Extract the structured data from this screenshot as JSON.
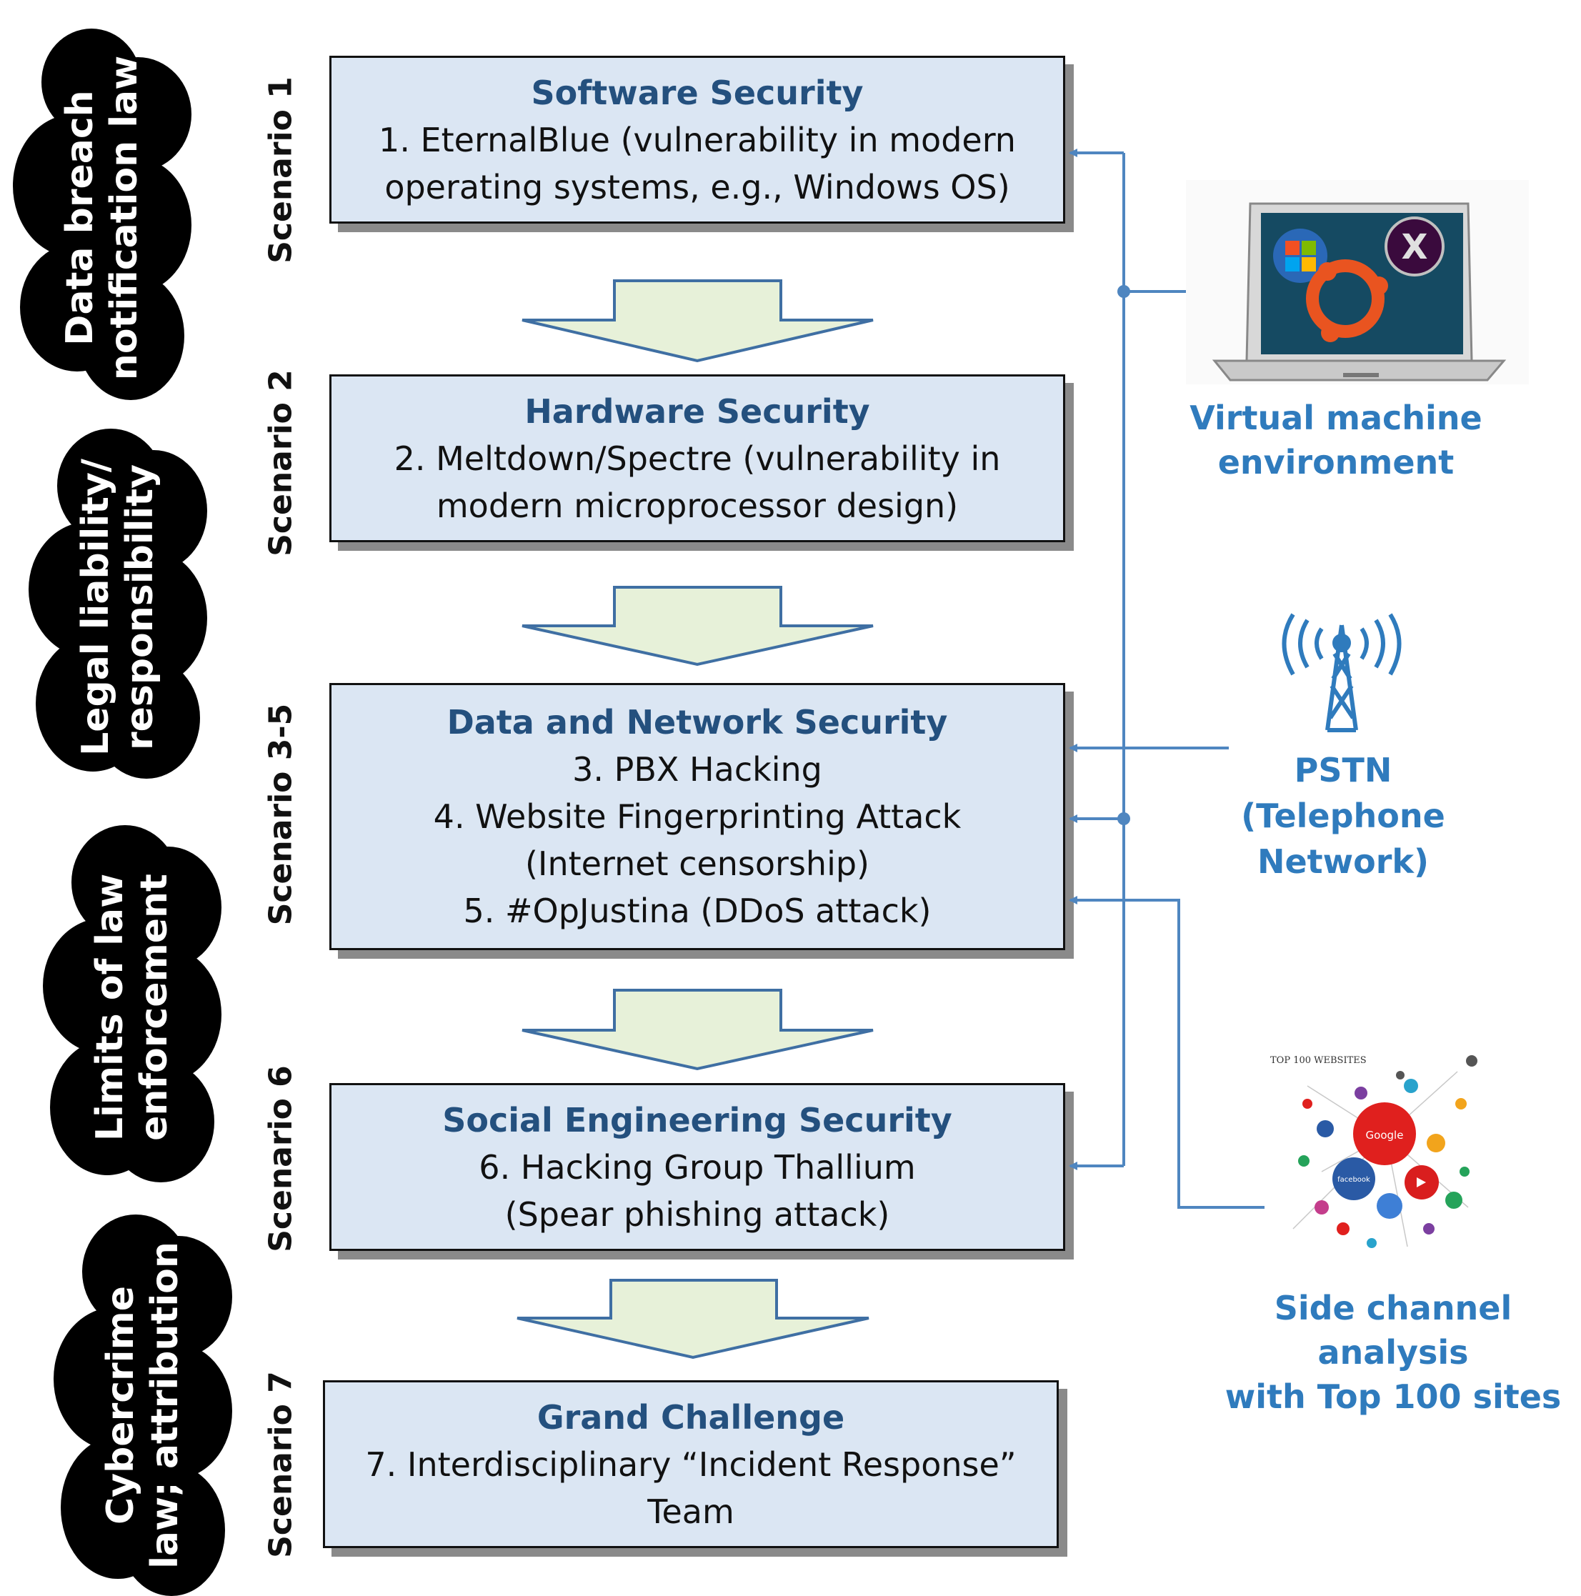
{
  "clouds": [
    {
      "line1": "Data breach",
      "line2": "notification law"
    },
    {
      "line1": "Legal liability/",
      "line2": "responsibility"
    },
    {
      "line1": "Limits of law",
      "line2": "enforcement"
    },
    {
      "line1": "Cybercrime",
      "line2": "law; attribution"
    }
  ],
  "scenario_labels": [
    "Scenario 1",
    "Scenario 2",
    "Scenario 3-5",
    "Scenario 6",
    "Scenario 7"
  ],
  "scenarios": [
    {
      "title": "Software Security",
      "lines": [
        "1. EternalBlue (vulnerability in modern",
        "operating systems, e.g., Windows OS)"
      ]
    },
    {
      "title": "Hardware Security",
      "lines": [
        "2. Meltdown/Spectre (vulnerability in",
        "modern microprocessor design)"
      ]
    },
    {
      "title": "Data and Network Security",
      "lines": [
        "3. PBX Hacking",
        "4. Website Fingerprinting Attack",
        "(Internet censorship)",
        "5. #OpJustina (DDoS attack)"
      ]
    },
    {
      "title": "Social Engineering Security",
      "lines": [
        "6. Hacking Group Thallium",
        "(Spear phishing attack)"
      ]
    },
    {
      "title": "Grand Challenge",
      "lines": [
        "7. Interdisciplinary “Incident Response”",
        "Team"
      ]
    }
  ],
  "resources": {
    "vm": {
      "line1": "Virtual machine",
      "line2": "environment",
      "icon": "laptop-os-icon"
    },
    "pstn": {
      "line1": "PSTN",
      "line2": "(Telephone",
      "line3": "Network)",
      "icon": "cell-tower-icon"
    },
    "side": {
      "line1": "Side channel analysis",
      "line2": "with Top 100 sites",
      "icon": "top-websites-bubble-chart-icon",
      "thumb_title": "TOP 100 WEBSITES",
      "bubble_labels": [
        "Google",
        "facebook"
      ]
    }
  },
  "colors": {
    "box_fill": "#dbe6f3",
    "title_blue": "#24507e",
    "resource_blue": "#2f7bbd",
    "connector": "#4f86c0",
    "arrow_fill": "#e7f1d9",
    "arrow_stroke": "#3f6fa3"
  }
}
